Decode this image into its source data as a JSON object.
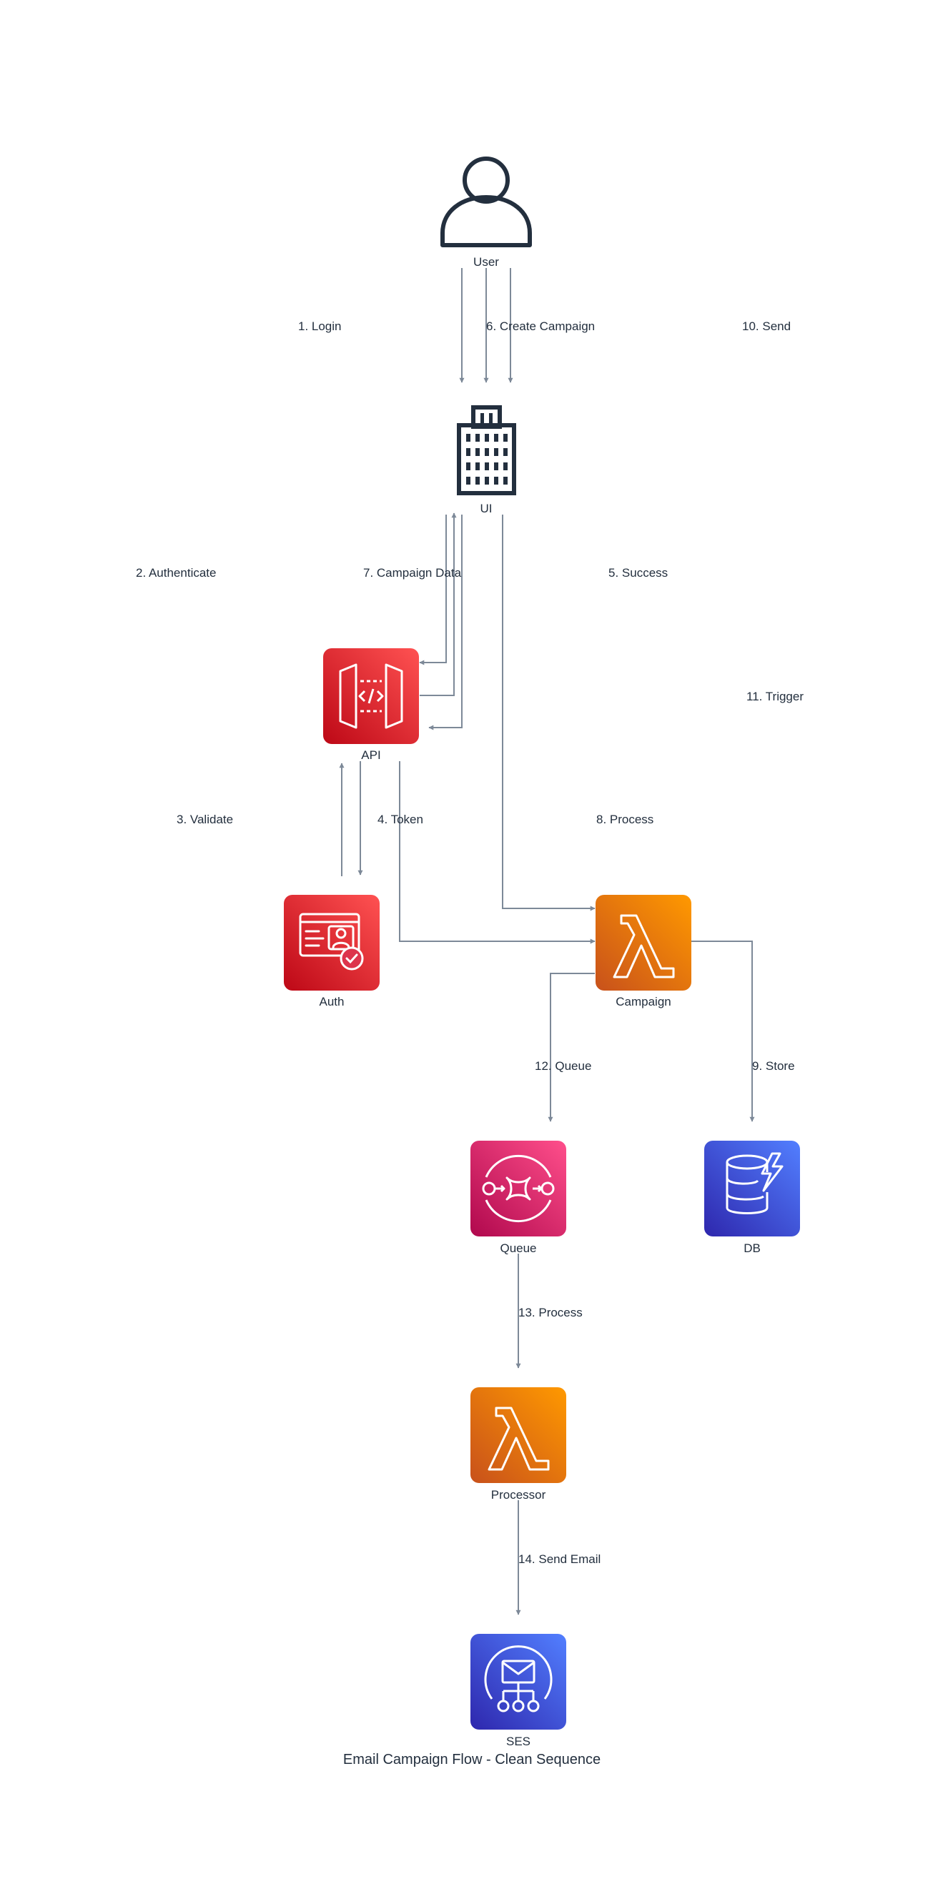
{
  "title": "Email Campaign Flow - Clean Sequence",
  "colors": {
    "edge": "#7d8998",
    "text": "#232f3e",
    "security_red": "#dd344c",
    "compute_orange": "#ed7100",
    "integration_pink": "#e7157b",
    "database_blue": "#3b48cc"
  },
  "nodes": {
    "user": {
      "label": "User",
      "icon": "user-icon"
    },
    "ui": {
      "label": "UI",
      "icon": "building-icon"
    },
    "api": {
      "label": "API",
      "icon": "api-gateway-icon"
    },
    "auth": {
      "label": "Auth",
      "icon": "identity-card-icon"
    },
    "campaign": {
      "label": "Campaign",
      "icon": "lambda-icon"
    },
    "queue": {
      "label": "Queue",
      "icon": "sqs-icon"
    },
    "db": {
      "label": "DB",
      "icon": "dynamodb-icon"
    },
    "processor": {
      "label": "Processor",
      "icon": "lambda-icon"
    },
    "ses": {
      "label": "SES",
      "icon": "ses-email-icon"
    }
  },
  "edges": {
    "e1": "1. Login",
    "e2": "2. Authenticate",
    "e3": "3. Validate",
    "e4": "4. Token",
    "e5": "5. Success",
    "e6": "6. Create Campaign",
    "e7": "7. Campaign Data",
    "e8": "8. Process",
    "e9": "9. Store",
    "e10": "10. Send",
    "e11": "11. Trigger",
    "e12": "12. Queue",
    "e13": "13. Process",
    "e14": "14. Send Email"
  }
}
